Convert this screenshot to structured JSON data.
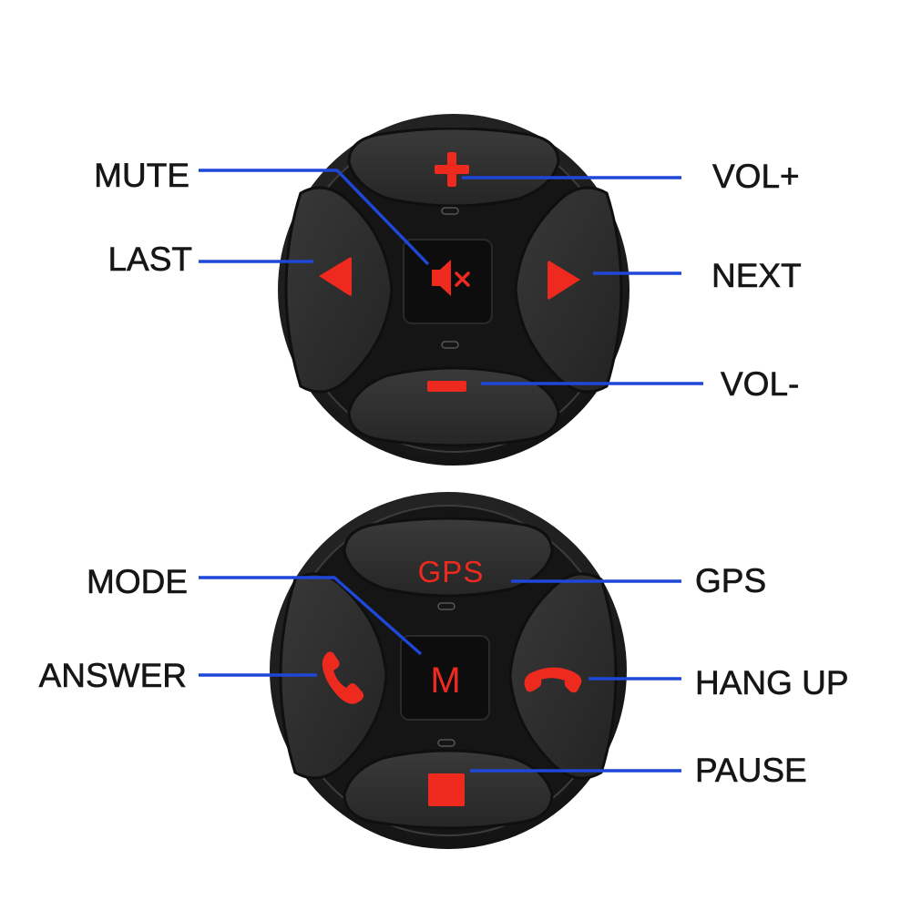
{
  "top_remote": {
    "labels": {
      "mute": "MUTE",
      "last": "LAST",
      "vol_plus": "VOL+",
      "next": "NEXT",
      "vol_minus": "VOL-"
    }
  },
  "bottom_remote": {
    "labels": {
      "mode": "MODE",
      "answer": "ANSWER",
      "gps": "GPS",
      "hang_up": "HANG UP",
      "pause": "PAUSE"
    },
    "button_text": {
      "gps": "GPS",
      "mode": "M"
    }
  },
  "colors": {
    "leader_line": "#1f47d8",
    "button_glyph": "#ee2a1e",
    "remote_body": "#1b1b1b",
    "label_text": "#161616"
  },
  "icons": {
    "vol_plus": "plus-icon",
    "vol_minus": "minus-icon",
    "last": "triangle-left-icon",
    "next": "triangle-right-icon",
    "mute": "speaker-mute-icon",
    "answer": "phone-answer-icon",
    "hang_up": "phone-hangup-icon",
    "pause": "stop-square-icon"
  }
}
